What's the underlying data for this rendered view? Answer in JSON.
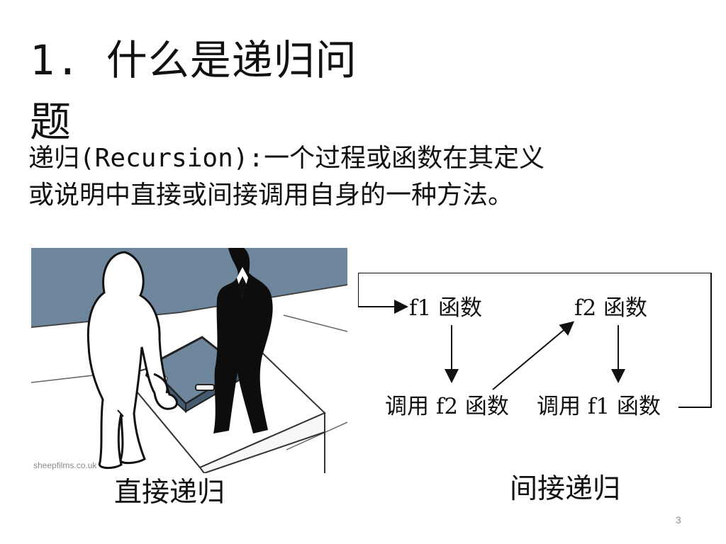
{
  "slide": {
    "title_line_1": "1. 什么是递归问",
    "title_line_2": "题",
    "definition_line_1": "递归(Recursion):一个过程或函数在其定义",
    "definition_line_2": "或说明中直接或间接调用自身的一种方法。",
    "watermark": "sheepfilms.co.uk",
    "page_number": "3",
    "colors": {
      "text": "#111111",
      "image_blue": "#6f879d",
      "image_dark_blue": "#445b70",
      "suit_black": "#0d0d0d",
      "outline": "#333333",
      "muted": "#8f8f8f"
    }
  },
  "direct_recursion": {
    "caption": "直接递归",
    "icons": [
      "person-outline-icon",
      "suited-man-icon",
      "briefcase-icon",
      "table-icon"
    ]
  },
  "indirect_recursion": {
    "caption": "间接递归",
    "nodes": {
      "f1_function": "f1 函数",
      "f2_function": "f2 函数",
      "call_f2": "调用 f2 函数",
      "call_f1": "调用 f1 函数"
    }
  }
}
